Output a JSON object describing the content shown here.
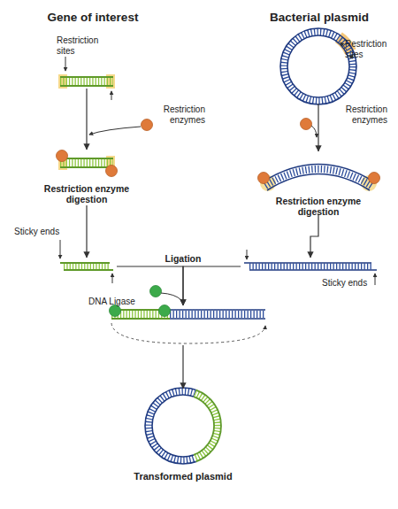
{
  "diagram": {
    "nodes": [
      {
        "text": [
          "Gene of interest"
        ]
      },
      {
        "text": [
          "Bacterial plasmid"
        ]
      },
      {
        "text": [
          "Restriction enzyme digestion"
        ]
      },
      {
        "text": [
          "Restriction enzyme digestion"
        ]
      },
      {
        "text": [
          "Sticky ends"
        ]
      },
      {
        "text": [
          "Sticky ends"
        ]
      },
      {
        "text": [
          "DNA Ligase"
        ]
      },
      {
        "text": [
          "Transformed plasmid"
        ]
      }
    ],
    "edges": [
      {
        "from": 0,
        "to": 2,
        "arrow": "to"
      },
      {
        "from": 1,
        "to": 3,
        "arrow": "to"
      },
      {
        "from": 2,
        "to": 4,
        "arrow": "to"
      },
      {
        "from": 3,
        "to": 5,
        "arrow": "to"
      },
      {
        "from": 4,
        "to": 6,
        "arrow": "to",
        "label": "Ligation"
      },
      {
        "from": 5,
        "to": 6,
        "arrow": "to"
      },
      {
        "from": 6,
        "to": 7,
        "arrow": "to"
      }
    ],
    "labels": [
      "Restriction sites",
      "Restriction sites",
      "Restriction enzymes",
      "Restriction enzymes"
    ]
  }
}
